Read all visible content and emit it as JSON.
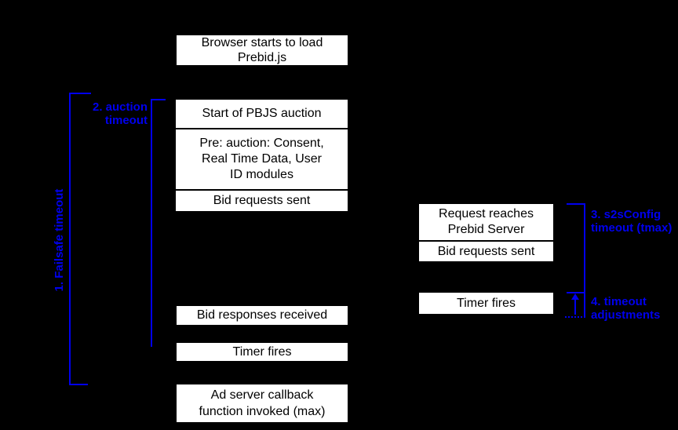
{
  "colors": {
    "background": "#000000",
    "box_fill": "#ffffff",
    "box_text": "#000000",
    "annotation_blue": "#0000ee"
  },
  "diagram": {
    "title_semantic": "Prebid.js timeout timeline",
    "client_column": {
      "browser_load": "Browser starts to load\nPrebid.js",
      "auction_stack": {
        "start_auction": "Start of PBJS auction",
        "pre_auction": "Pre: auction: Consent,\nReal Time Data, User\nID modules",
        "bid_requests_sent": "Bid requests sent"
      },
      "bid_responses_received": "Bid responses received",
      "timer_fires": "Timer fires",
      "ad_server_callback": "Ad server callback\nfunction invoked (max)"
    },
    "server_column": {
      "server_stack": {
        "request_reaches": "Request reaches\nPrebid Server",
        "bid_requests_sent": "Bid requests sent"
      },
      "timer_fires": "Timer fires"
    },
    "annotations": {
      "failsafe_timeout": "1. Failsafe timeout",
      "auction_timeout": "2. auction\ntimeout",
      "s2s_timeout": "3. s2sConfig\ntimeout (tmax)",
      "timeout_adjustments": "4. timeout\nadjustments"
    }
  }
}
